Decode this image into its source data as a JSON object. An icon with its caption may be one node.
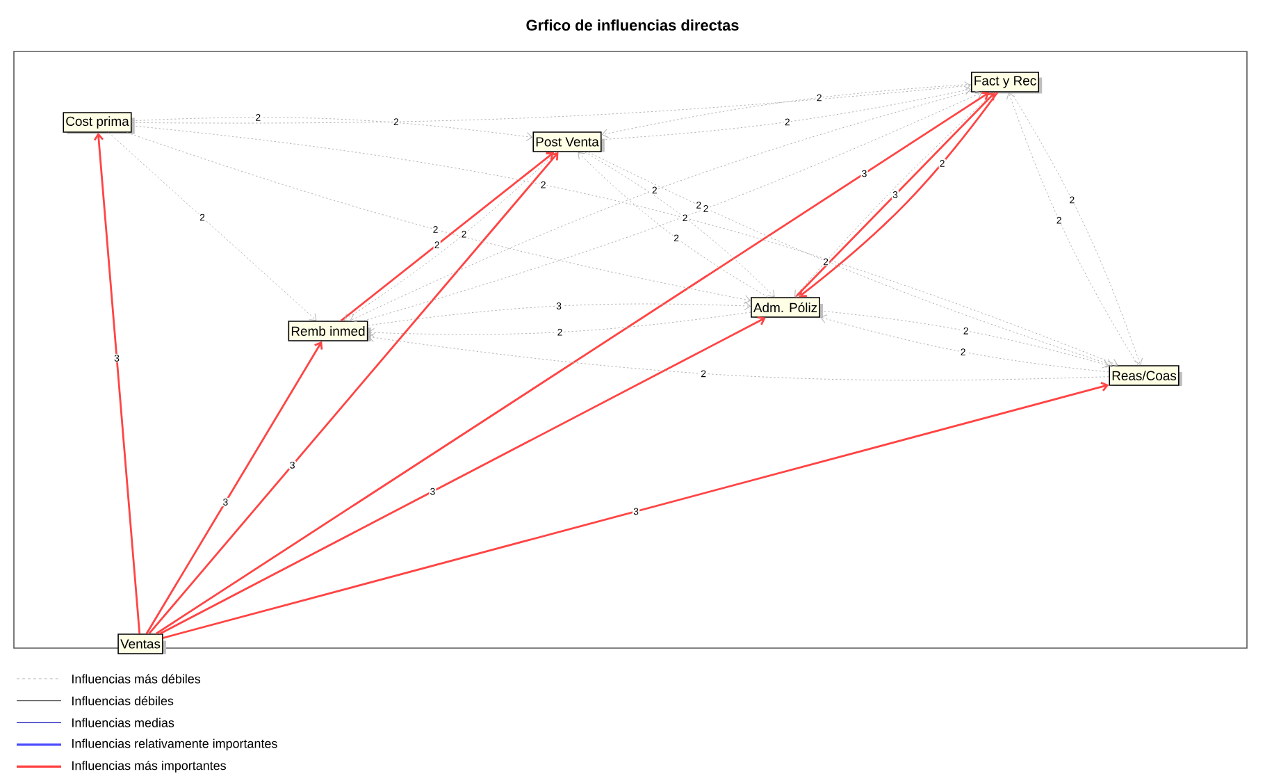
{
  "diagram": {
    "title": "Grfico de influencias directas",
    "nodes": [
      {
        "text": [
          "Cost prima"
        ]
      },
      {
        "text": [
          "Post Venta"
        ]
      },
      {
        "text": [
          "Fact y Rec"
        ]
      },
      {
        "text": [
          "Remb inmed"
        ]
      },
      {
        "text": [
          "Adm. Póliz"
        ]
      },
      {
        "text": [
          "Reas/Coas"
        ]
      },
      {
        "text": [
          "Ventas"
        ]
      }
    ],
    "edges": [
      {
        "from": 6,
        "to": 0,
        "arrow": "to",
        "label": "3",
        "color": "#ff4444"
      },
      {
        "from": 6,
        "to": 3,
        "arrow": "to",
        "label": "3",
        "color": "#ff4444"
      },
      {
        "from": 6,
        "to": 1,
        "arrow": "to",
        "label": "3",
        "color": "#ff4444"
      },
      {
        "from": 6,
        "to": 4,
        "arrow": "to",
        "label": "3",
        "color": "#ff4444"
      },
      {
        "from": 6,
        "to": 5,
        "arrow": "to",
        "label": "3",
        "color": "#ff4444"
      },
      {
        "from": 6,
        "to": 2,
        "arrow": "to",
        "label": "3",
        "color": "#ff4444"
      },
      {
        "from": 2,
        "to": 4,
        "arrow": "to",
        "label": "2",
        "color": "#ff4444"
      },
      {
        "from": 4,
        "to": 2,
        "arrow": "to",
        "label": "3",
        "color": "#ff4444"
      },
      {
        "from": 3,
        "to": 1,
        "arrow": "to",
        "label": "2",
        "color": "#ff4444"
      },
      {
        "from": 0,
        "to": 2,
        "arrow": "to",
        "label": "2",
        "style": "dashed"
      },
      {
        "from": 0,
        "to": 1,
        "arrow": "to",
        "label": "2",
        "style": "dashed"
      },
      {
        "from": 0,
        "to": 3,
        "arrow": "to",
        "label": "2",
        "style": "dashed"
      },
      {
        "from": 0,
        "to": 4,
        "arrow": "to",
        "label": "2",
        "style": "dashed"
      },
      {
        "from": 0,
        "to": 5,
        "arrow": "to",
        "label": "2",
        "style": "dashed"
      },
      {
        "from": 2,
        "to": 1,
        "arrow": "to",
        "label": "2",
        "style": "dashed"
      },
      {
        "from": 3,
        "to": 2,
        "arrow": "to",
        "label": "2",
        "style": "dashed"
      },
      {
        "from": 1,
        "to": 2,
        "arrow": "to",
        "label": "2",
        "style": "dashed"
      },
      {
        "from": 2,
        "to": 5,
        "arrow": "to",
        "label": "2",
        "style": "dashed"
      },
      {
        "from": 5,
        "to": 2,
        "arrow": "to",
        "label": "2",
        "style": "dashed"
      },
      {
        "from": 4,
        "to": 3,
        "arrow": "to",
        "label": "2",
        "style": "dashed"
      },
      {
        "from": 5,
        "to": 3,
        "arrow": "to",
        "label": "2",
        "style": "dashed"
      },
      {
        "from": 5,
        "to": 4,
        "arrow": "to",
        "label": "2",
        "style": "dashed"
      },
      {
        "from": 4,
        "to": 5,
        "arrow": "to",
        "label": "2",
        "style": "dashed"
      },
      {
        "from": 1,
        "to": 5,
        "arrow": "to",
        "label": "2",
        "style": "dashed"
      },
      {
        "from": 1,
        "to": 4,
        "arrow": "to",
        "label": "2",
        "style": "dashed"
      },
      {
        "from": 1,
        "to": 3,
        "arrow": "to",
        "label": "2",
        "style": "dashed"
      },
      {
        "from": 4,
        "to": 1,
        "arrow": "to",
        "label": "2",
        "style": "dashed"
      },
      {
        "from": 2,
        "to": 3,
        "arrow": "to",
        "label": "2",
        "style": "dashed"
      },
      {
        "from": 2,
        "to": 4,
        "arrow": "to",
        "label": "2",
        "style": "dashed"
      },
      {
        "from": 3,
        "to": 4,
        "arrow": "to",
        "label": "3",
        "style": "dashed"
      }
    ],
    "legend": [
      {
        "text": "Influencias más débiles"
      },
      {
        "text": "Influencias débiles"
      },
      {
        "text": "Influencias medias"
      },
      {
        "text": "Influencias relativamente importantes"
      },
      {
        "text": "Influencias más importantes"
      }
    ]
  }
}
